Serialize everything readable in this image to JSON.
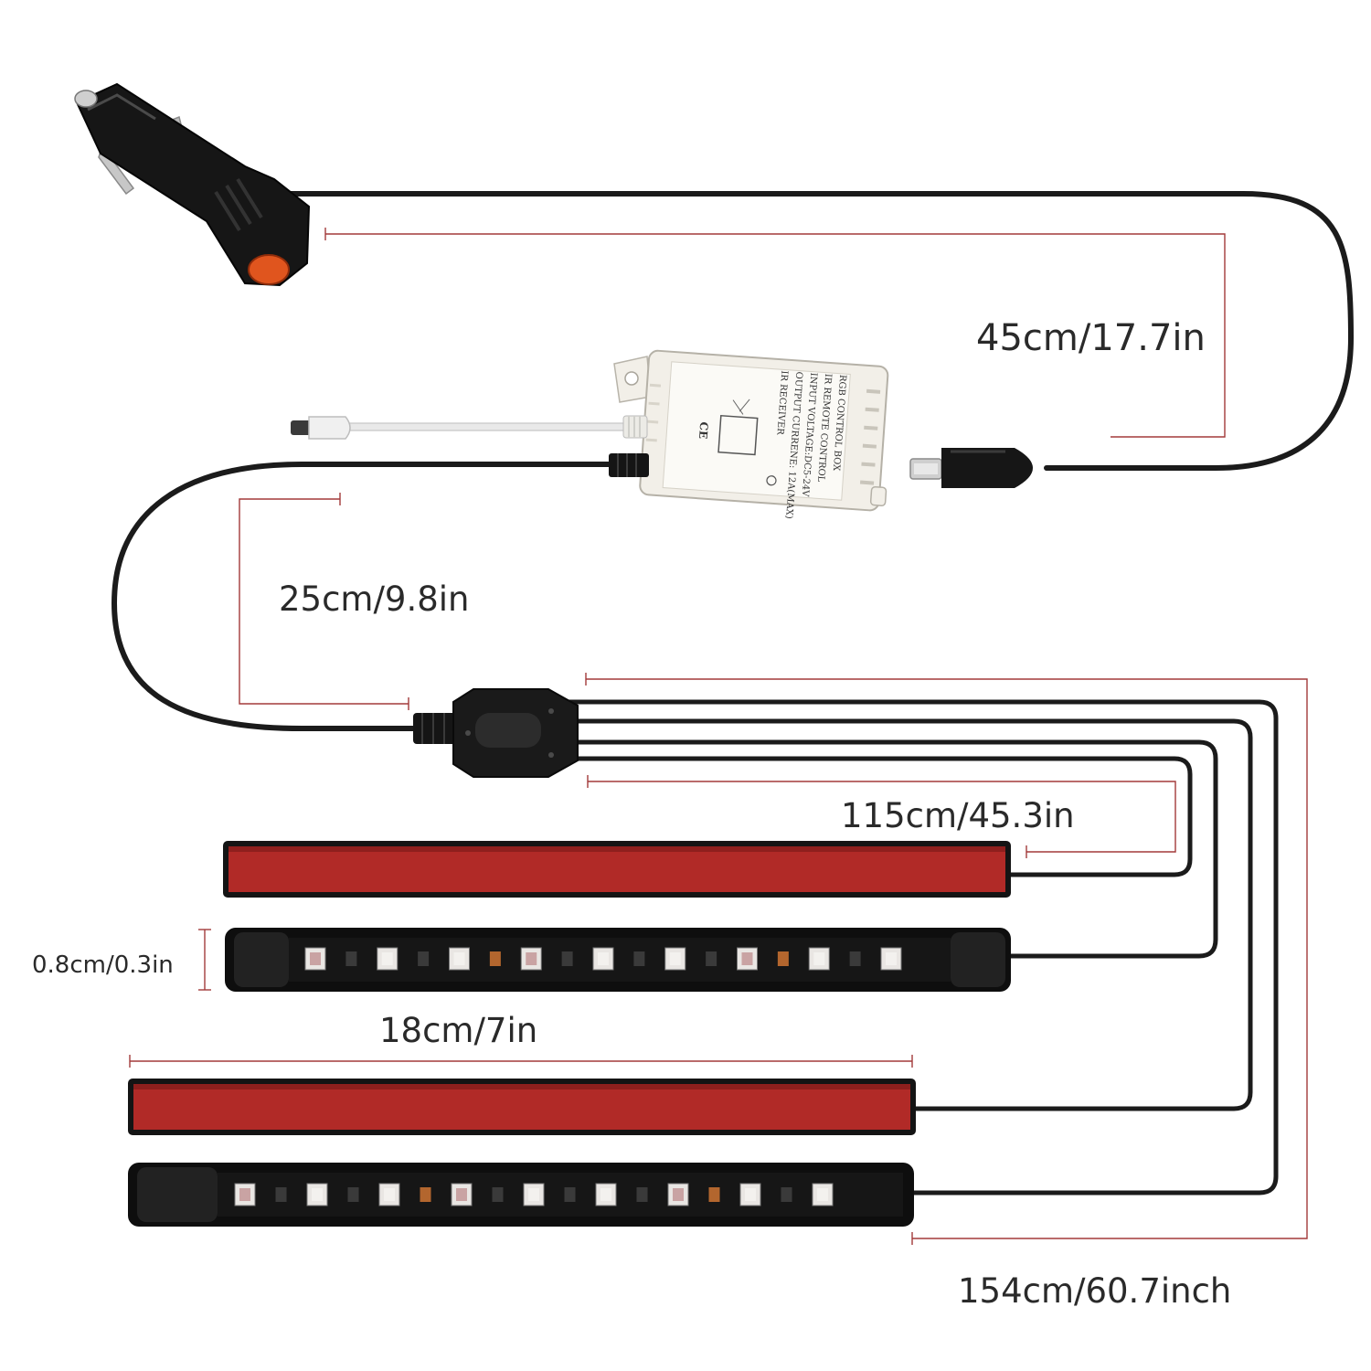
{
  "dimensions": {
    "adapter_cable": "45cm/17.7in",
    "y_cable": "25cm/9.8in",
    "near_strip_cable": "115cm/45.3in",
    "far_strip_cable": "154cm/60.7inch",
    "strip_width": "0.8cm/0.3in",
    "strip_length": "18cm/7in"
  },
  "control_box": {
    "lines": [
      "RGB CONTROL BOX",
      "IR REMOTE CONTROL",
      "INPUT VOLTAGE:DC5-24V",
      "OUTPUT CURRENE: 12A(MAX)",
      "IR RECEIVER"
    ],
    "mark": "CE"
  },
  "colors": {
    "cable": "#1b1b1b",
    "dimension_line": "#a33a3a",
    "strip_back": "#b12a27",
    "strip_front": "#111111",
    "switch": "#e0551e",
    "control_box": "#f2efe8"
  }
}
